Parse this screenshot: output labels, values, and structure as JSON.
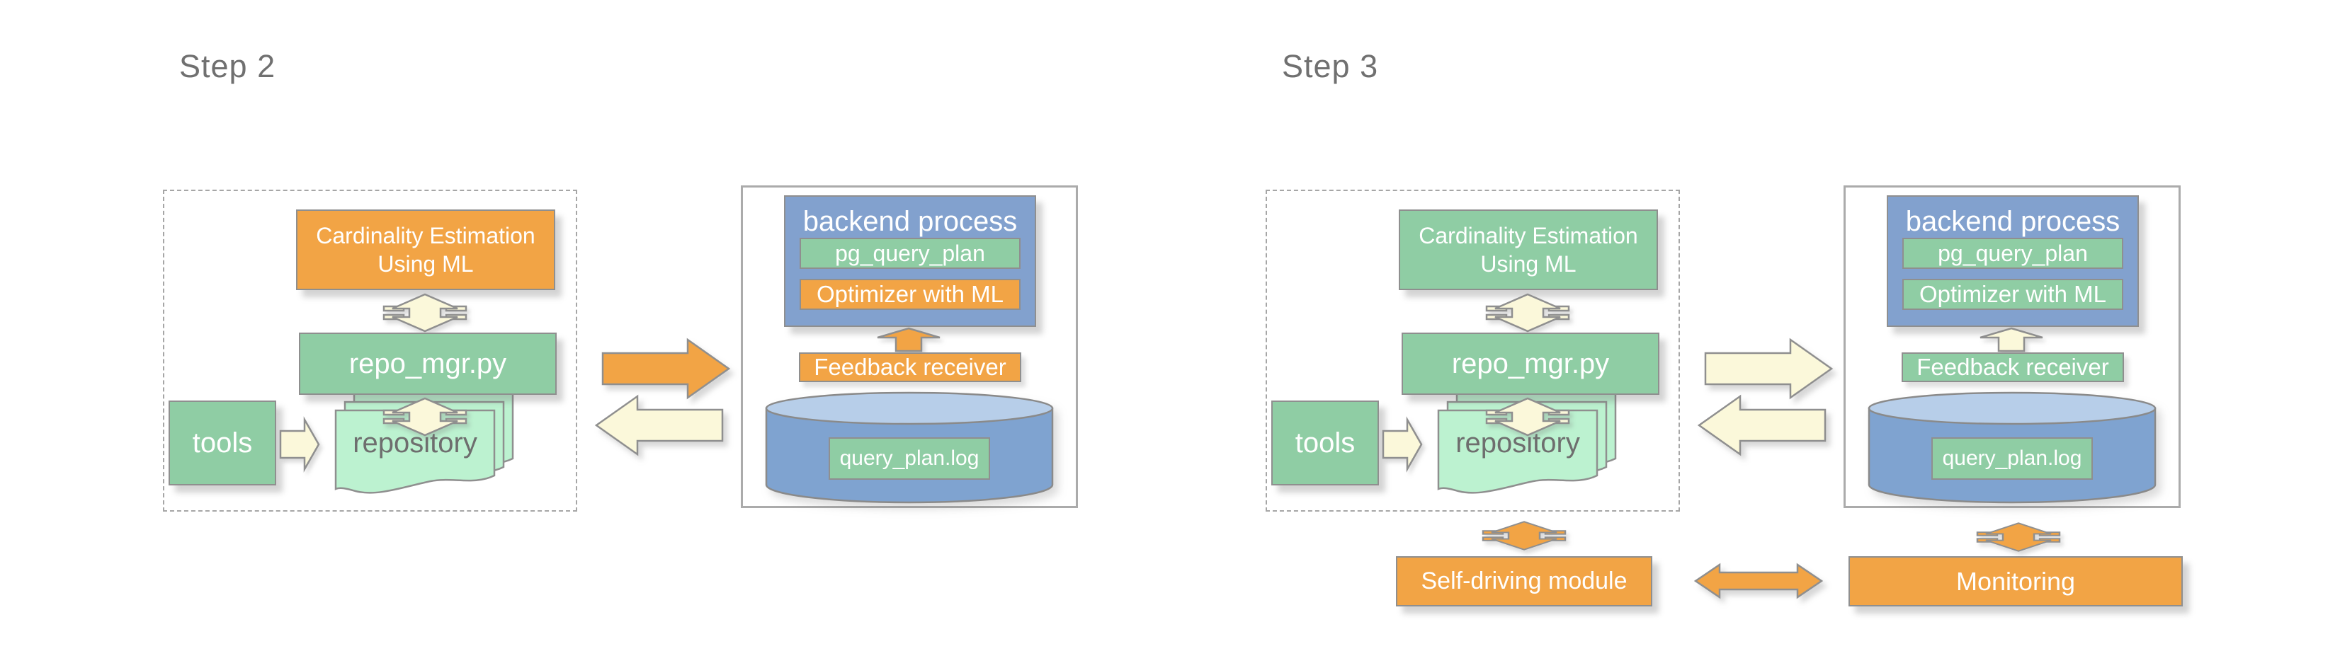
{
  "colors": {
    "orange": "#F2A445",
    "green": "#8FCDA4",
    "light_green": "#BCF2D0",
    "blue": "#82A1CE",
    "cyl_body": "#7FA3D0",
    "cyl_top": "#B7CEE9",
    "cream": "#FBF8DA",
    "stroke": "#8f8f8f",
    "text_gray": "#6E6E6E",
    "title_gray": "#707070"
  },
  "step2": {
    "title": "Step 2",
    "client": {
      "cardinality_line1": "Cardinality Estimation",
      "cardinality_line2": "Using ML",
      "repo_mgr": "repo_mgr.py",
      "tools": "tools",
      "repository": "repository"
    },
    "backend": {
      "title": "backend process",
      "pg_query_plan": "pg_query_plan",
      "optimizer": "Optimizer with ML",
      "feedback": "Feedback receiver",
      "log": "query_plan.log"
    }
  },
  "step3": {
    "title": "Step 3",
    "client": {
      "cardinality_line1": "Cardinality Estimation",
      "cardinality_line2": "Using ML",
      "repo_mgr": "repo_mgr.py",
      "tools": "tools",
      "repository": "repository"
    },
    "backend": {
      "title": "backend process",
      "pg_query_plan": "pg_query_plan",
      "optimizer": "Optimizer with ML",
      "feedback": "Feedback receiver",
      "log": "query_plan.log"
    },
    "bottom": {
      "self_driving": "Self-driving module",
      "monitoring": "Monitoring"
    }
  }
}
